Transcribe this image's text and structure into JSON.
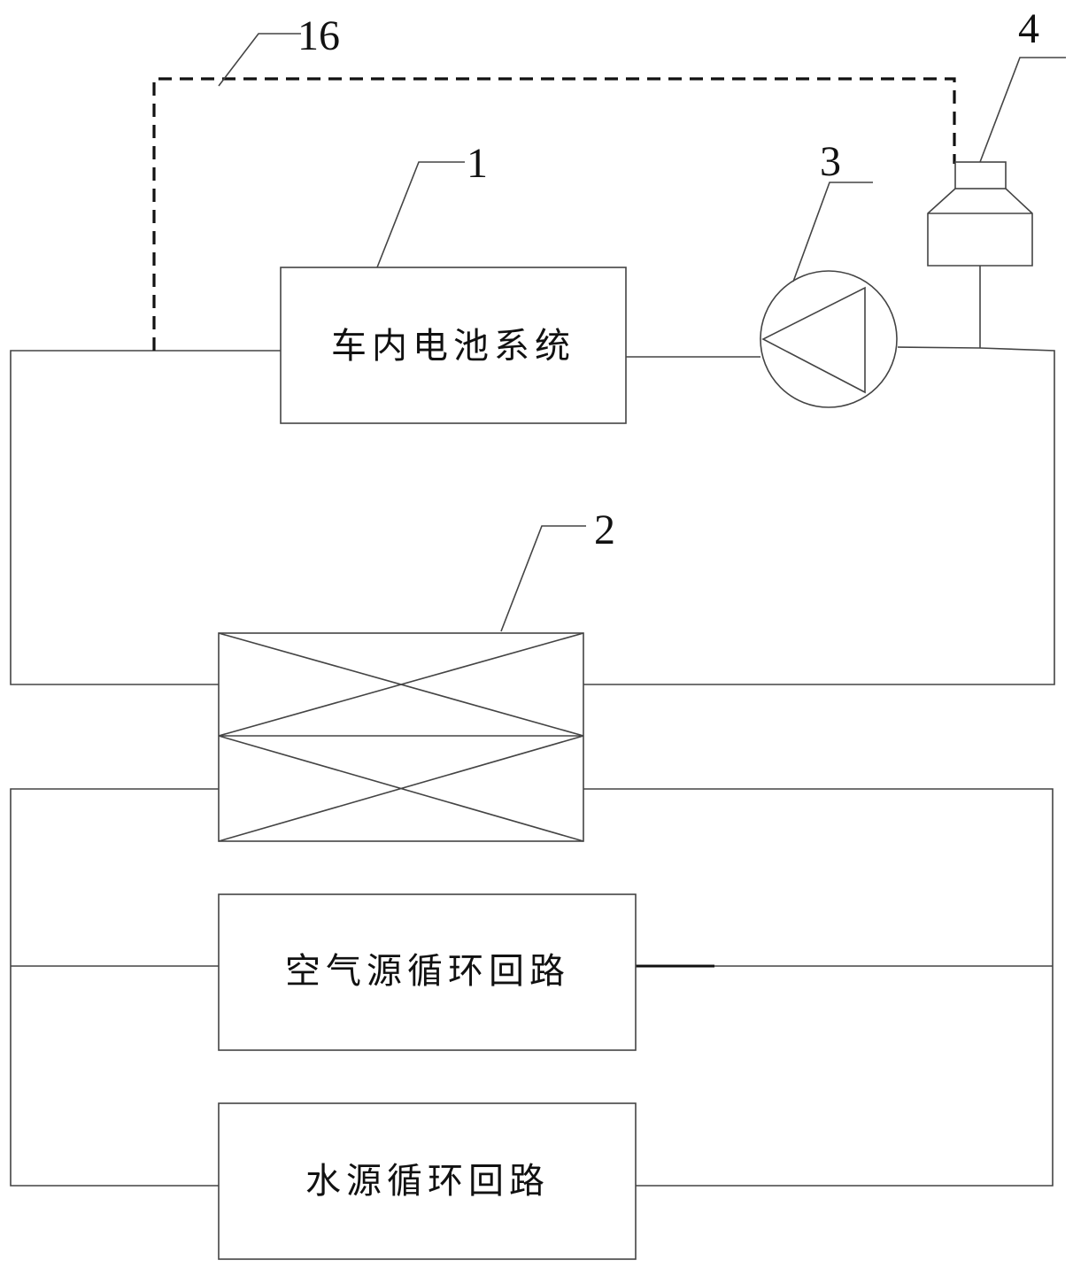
{
  "components": {
    "battery_system": {
      "label": "车内电池系统",
      "ref": "1"
    },
    "heat_exchanger": {
      "ref": "2"
    },
    "pump": {
      "ref": "3"
    },
    "expansion_tank": {
      "ref": "4"
    },
    "air_source_loop": {
      "label": "空气源循环回路"
    },
    "water_source_loop": {
      "label": "水源循环回路"
    },
    "sensing_line": {
      "ref": "16"
    }
  }
}
